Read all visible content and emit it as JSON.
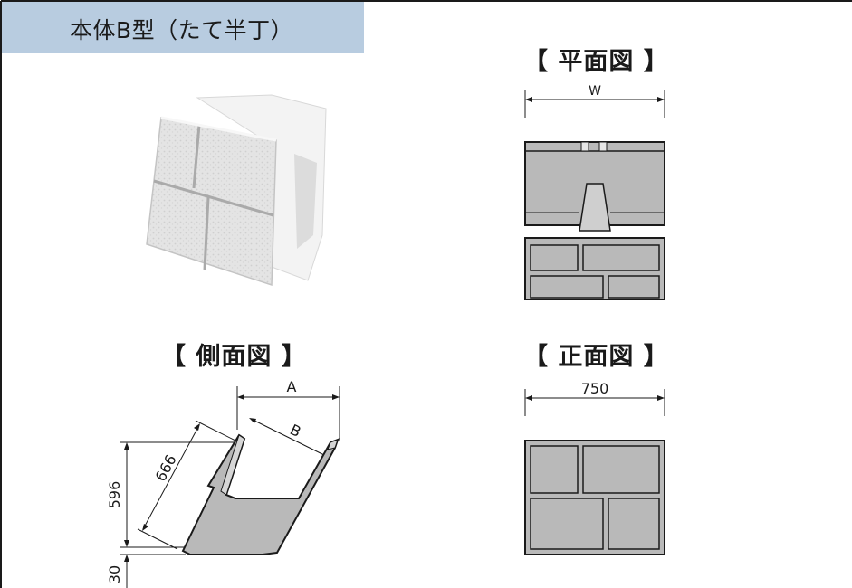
{
  "header": {
    "title": "本体B型（たて半丁）"
  },
  "plan_view": {
    "label": "【 平面図 】",
    "dim_width": "W"
  },
  "side_view": {
    "label": "【 側面図 】",
    "dim_a": "A",
    "dim_b": "B",
    "dim_height": "596",
    "dim_slant": "666",
    "dim_base": "30"
  },
  "front_view": {
    "label": "【 正面図 】",
    "dim_width": "750"
  },
  "colors": {
    "header_band": "#b8cce0",
    "part_fill": "#b9b9b9",
    "outline": "#1a1a1a"
  }
}
